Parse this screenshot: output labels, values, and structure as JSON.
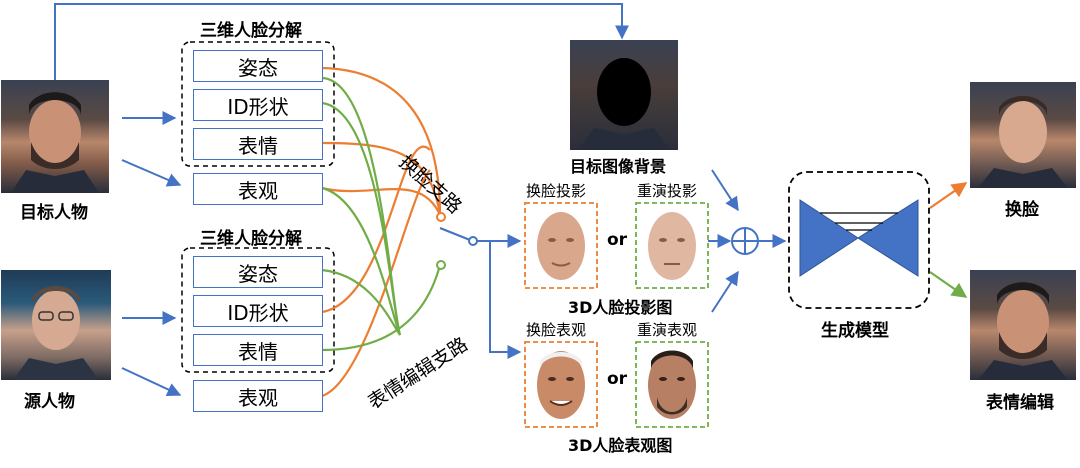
{
  "colors": {
    "blue": "#4472c4",
    "orange": "#ed7d31",
    "green": "#70ad47",
    "dashed_orange": "#ed7d31",
    "dashed_green": "#70ad47"
  },
  "target_person": {
    "label": "目标人物"
  },
  "source_person": {
    "label": "源人物"
  },
  "decomp_top": {
    "title": "三维人脸分解",
    "items": [
      "姿态",
      "ID形状",
      "表情"
    ],
    "appearance": "表观"
  },
  "decomp_bottom": {
    "title": "三维人脸分解",
    "items": [
      "姿态",
      "ID形状",
      "表情"
    ],
    "appearance": "表观"
  },
  "branches": {
    "swap": "换脸支路",
    "reenact": "表情编辑支路"
  },
  "target_bg": {
    "label": "目标图像背景"
  },
  "projection": {
    "swap_label": "换脸投影",
    "reenact_label": "重演投影",
    "or": "or",
    "title": "3D人脸投影图"
  },
  "appearance_map": {
    "swap_label": "换脸表观",
    "reenact_label": "重演表观",
    "or": "or",
    "title": "3D人脸表观图"
  },
  "generator": {
    "label": "生成模型"
  },
  "outputs": {
    "swap": "换脸",
    "reenact": "表情编辑"
  }
}
